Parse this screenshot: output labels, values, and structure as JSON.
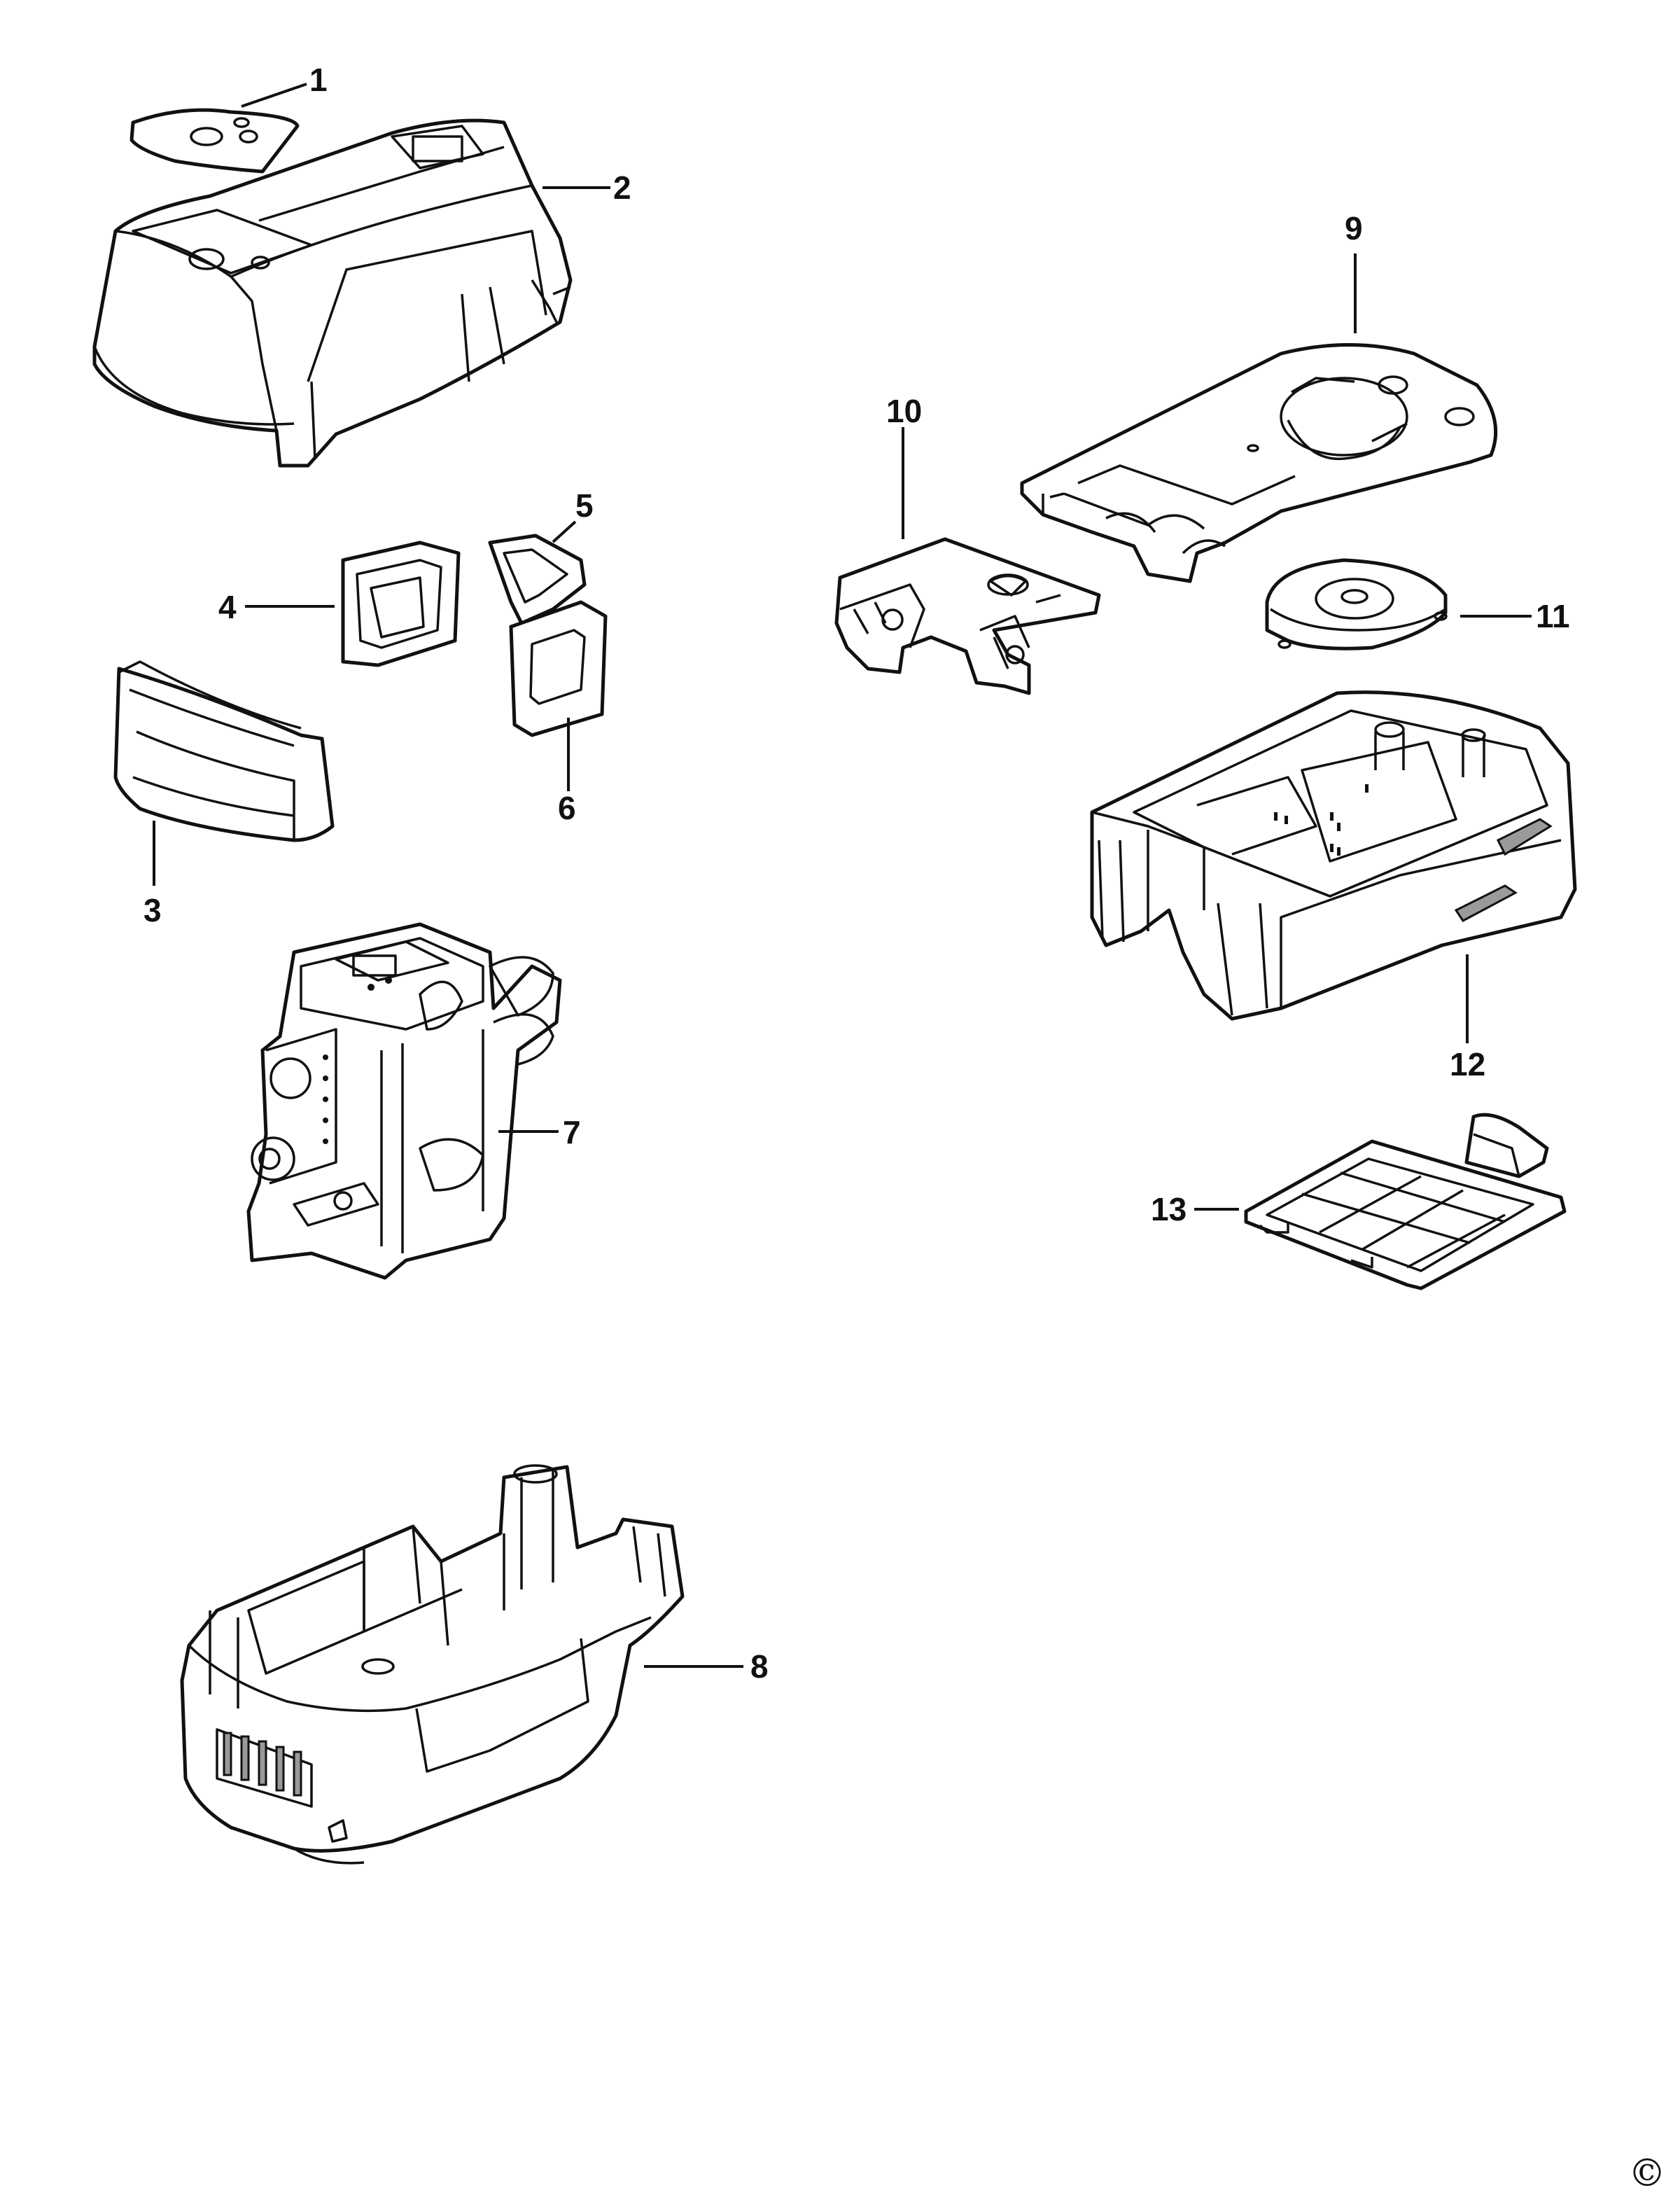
{
  "diagram": {
    "labels": [
      "1",
      "2",
      "3",
      "4",
      "5",
      "6",
      "7",
      "8",
      "9",
      "10",
      "11",
      "12",
      "13"
    ],
    "copyright": "©"
  }
}
